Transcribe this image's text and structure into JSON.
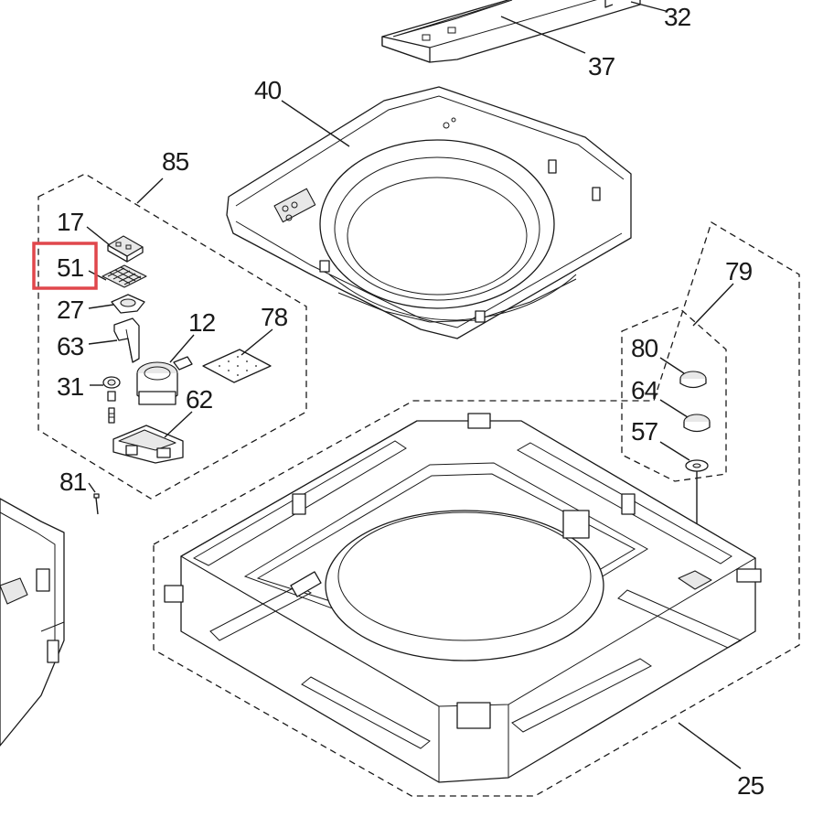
{
  "labels": {
    "p32": "32",
    "p37": "37",
    "p40": "40",
    "p85": "85",
    "p17": "17",
    "p51": "51",
    "p27": "27",
    "p63": "63",
    "p31": "31",
    "p12": "12",
    "p78": "78",
    "p62": "62",
    "p81": "81",
    "p79": "79",
    "p80": "80",
    "p64": "64",
    "p57": "57",
    "p25": "25"
  },
  "highlight": {
    "part": "51",
    "color": "#e0474c"
  }
}
